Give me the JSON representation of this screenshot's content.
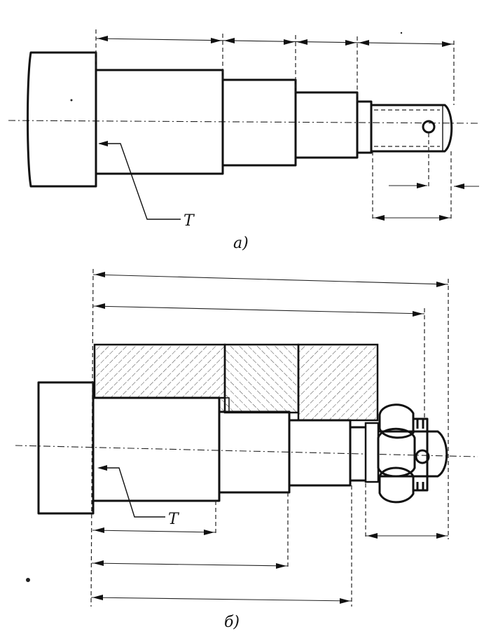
{
  "figure_a": {
    "caption": "а)",
    "leader_label": "T"
  },
  "figure_b": {
    "caption": "б)",
    "leader_label": "T"
  }
}
